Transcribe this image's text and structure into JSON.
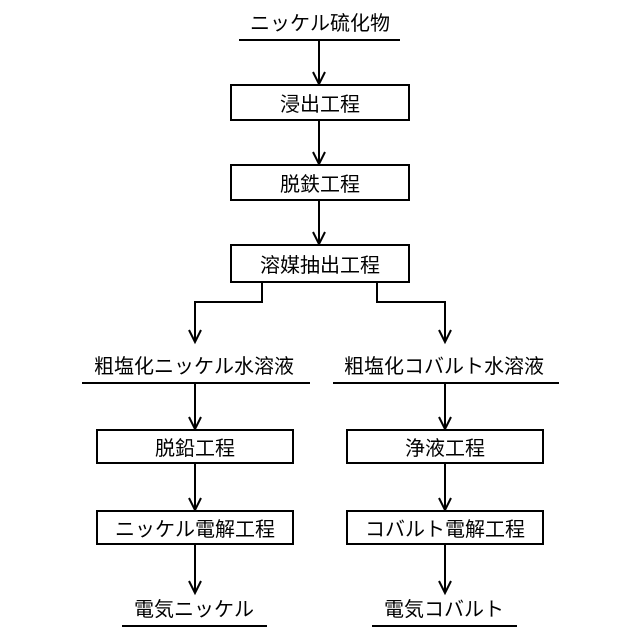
{
  "title": "ニッケル硫化物",
  "steps": {
    "leaching": "浸出工程",
    "iron_removal": "脱鉄工程",
    "solvent_extraction": "溶媒抽出工程"
  },
  "nickel_branch": {
    "solution": "粗塩化ニッケル水溶液",
    "purification": "脱鉛工程",
    "electrowinning": "ニッケル電解工程",
    "product": "電気ニッケル"
  },
  "cobalt_branch": {
    "solution": "粗塩化コバルト水溶液",
    "purification": "浄液工程",
    "electrowinning": "コバルト電解工程",
    "product": "電気コバルト"
  }
}
